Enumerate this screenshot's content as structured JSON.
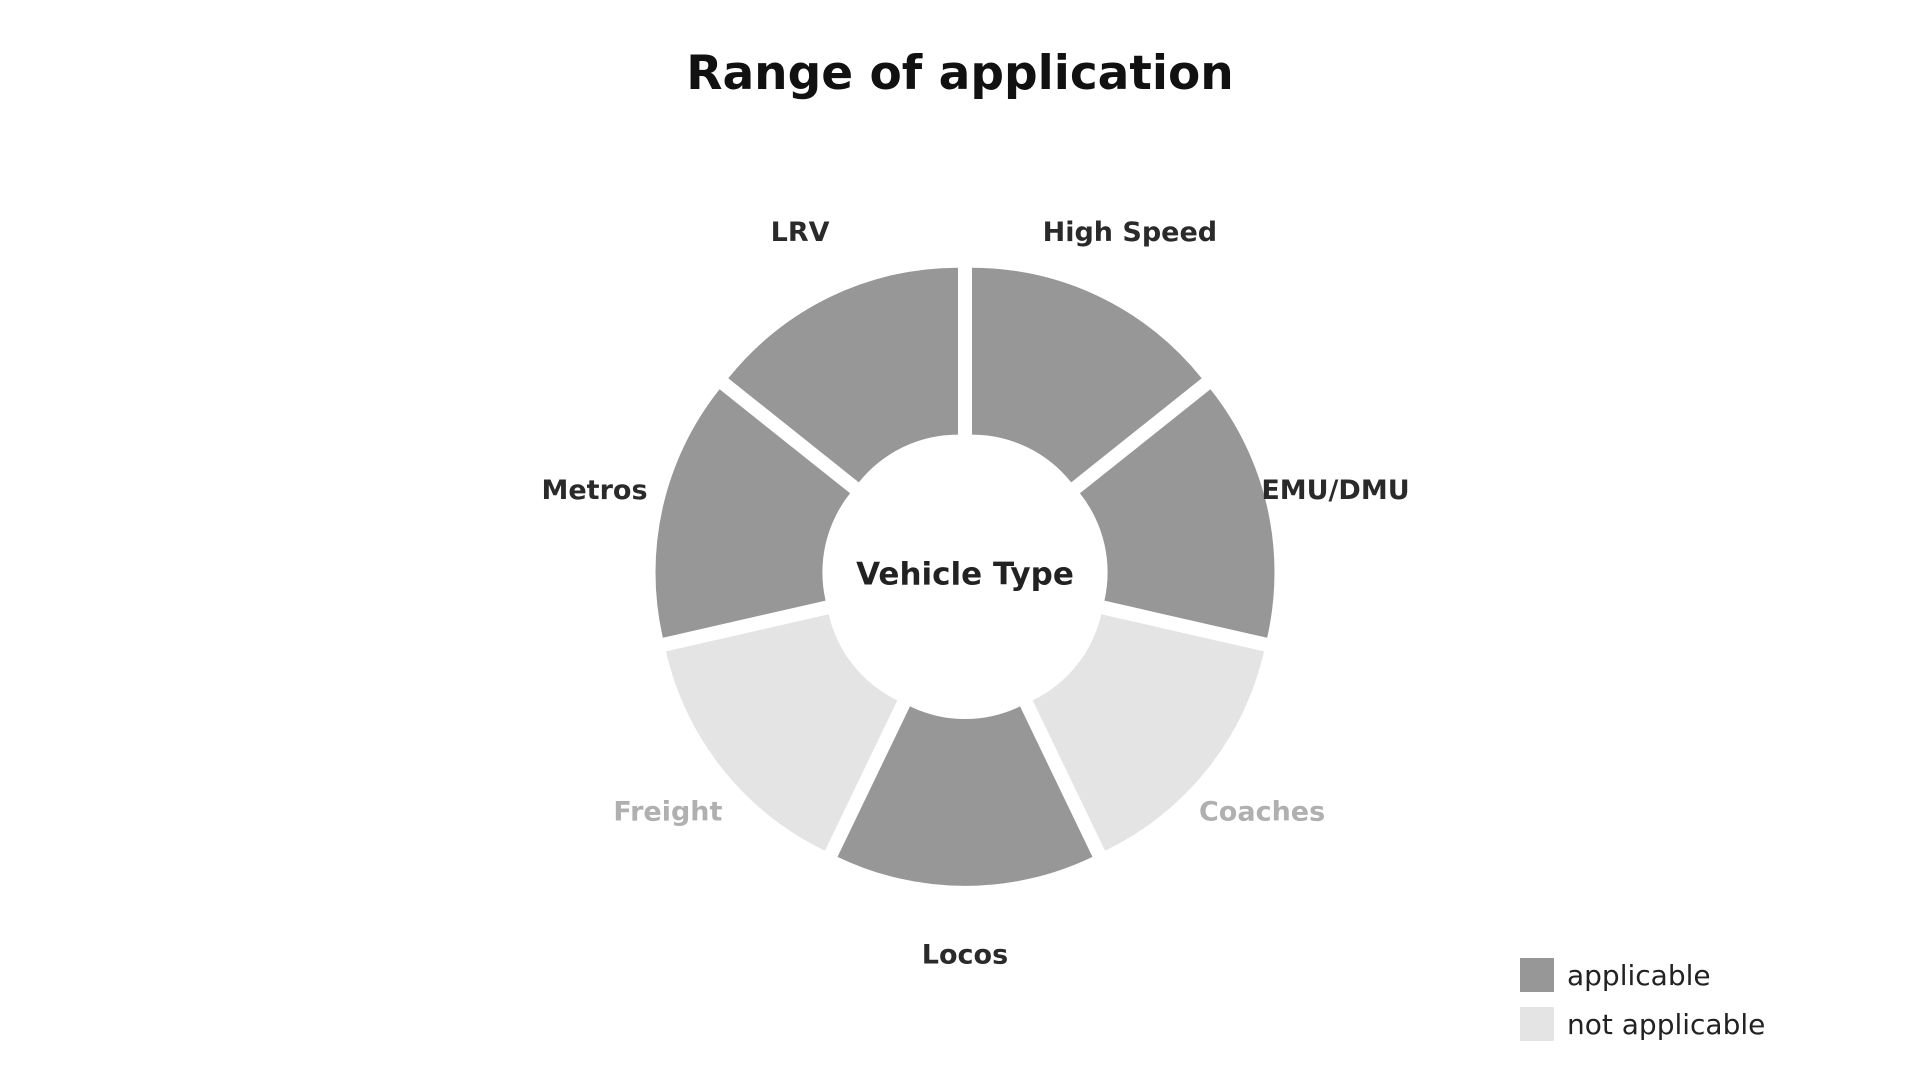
{
  "colors": {
    "applicable": "#979797",
    "not_applicable": "#e4e4e4",
    "label_applicable": "#2a2a2a",
    "label_not_applicable": "#b0b0b0"
  },
  "chart_data": {
    "type": "pie",
    "variant": "donut",
    "title": "Range of application",
    "center_label": "Vehicle Type",
    "segments": [
      {
        "label": "High Speed",
        "value": 1,
        "status": "applicable"
      },
      {
        "label": "EMU/DMU",
        "value": 1,
        "status": "applicable"
      },
      {
        "label": "Coaches",
        "value": 1,
        "status": "not applicable"
      },
      {
        "label": "Locos",
        "value": 1,
        "status": "applicable"
      },
      {
        "label": "Freight",
        "value": 1,
        "status": "not applicable"
      },
      {
        "label": "Metros",
        "value": 1,
        "status": "applicable"
      },
      {
        "label": "LRV",
        "value": 1,
        "status": "applicable"
      }
    ],
    "legend": {
      "placement": "bottom-right",
      "entries": [
        {
          "label": "applicable",
          "status": "applicable"
        },
        {
          "label": "not applicable",
          "status": "not applicable"
        }
      ]
    }
  }
}
